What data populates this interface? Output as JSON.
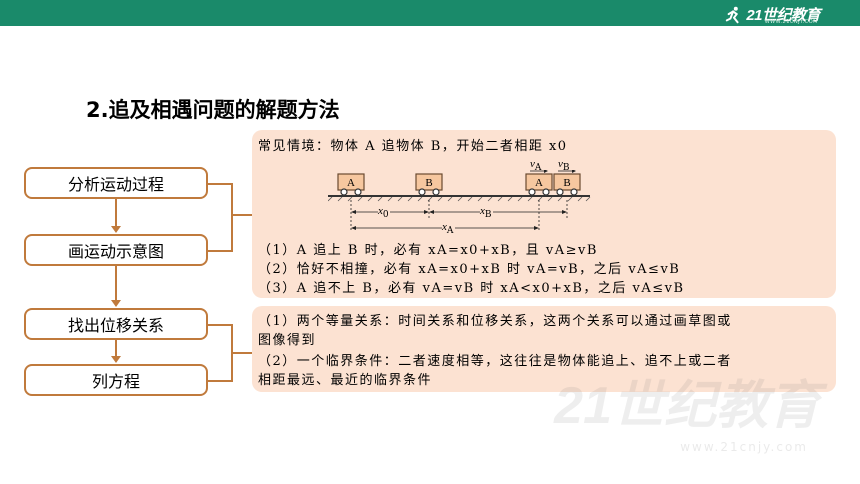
{
  "header": {
    "logo_text": "21世纪教育",
    "logo_sub": "WWW.21CNJY.COM",
    "color": "#1a8a6a"
  },
  "title": "2.追及相遇问题的解题方法",
  "flow": {
    "steps": [
      "分析运动过程",
      "画运动示意图",
      "找出位移关系",
      "列方程"
    ],
    "color": "#c07a3c"
  },
  "panel_top": {
    "intro": "常见情境：物体 A 追物体 B，开始二者相距 x0",
    "diagram": {
      "car_a": "A",
      "car_b": "B",
      "v_a": "vA",
      "v_b": "vB",
      "len_x0": "x0",
      "len_xb": "xB",
      "len_xa": "xA"
    },
    "case1": "（1）A 追上 B 时，必有 xA=x0+xB，且 vA≥vB",
    "case2": "（2）恰好不相撞，必有 xA=x0+xB 时 vA=vB，之后 vA≤vB",
    "case3": "（3）A 追不上 B，必有 vA=vB 时 xA<x0+xB，之后 vA≤vB",
    "background": "#fce2d2"
  },
  "panel_bottom": {
    "line1": "（1）两个等量关系：时间关系和位移关系，这两个关系可以通过画草图或",
    "line2": "图像得到",
    "line3": "（2）一个临界条件：二者速度相等，这往往是物体能追上、追不上或二者",
    "line4": "相距最远、最近的临界条件"
  },
  "watermark": {
    "text": "21世纪教育",
    "sub": "www.21cnjy.com"
  }
}
